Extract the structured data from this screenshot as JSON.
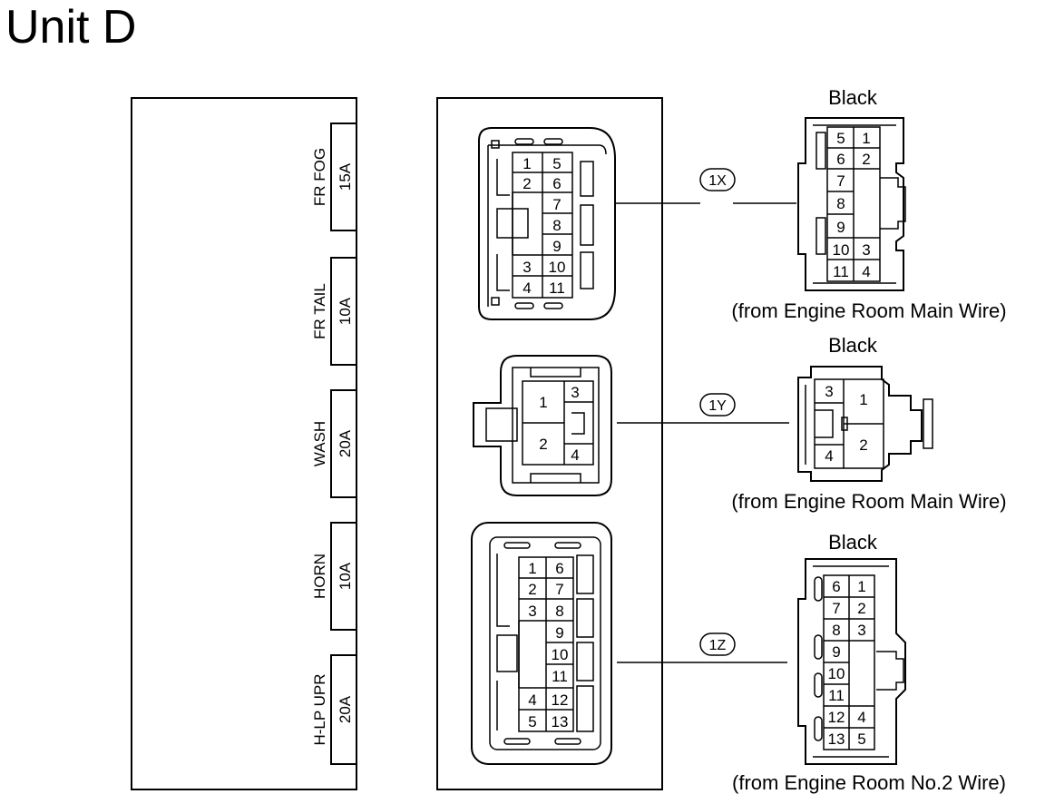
{
  "title": "Unit D",
  "fuses": [
    {
      "name": "FR FOG",
      "amp": "15A"
    },
    {
      "name": "FR TAIL",
      "amp": "10A"
    },
    {
      "name": "WASH",
      "amp": "20A"
    },
    {
      "name": "HORN",
      "amp": "10A"
    },
    {
      "name": "H-LP UPR",
      "amp": "20A"
    }
  ],
  "connectors": [
    {
      "code": "1X",
      "color": "Black",
      "source": "(from Engine Room Main Wire)",
      "female_pins": [
        "1",
        "2",
        "3",
        "4",
        "5",
        "6",
        "7",
        "8",
        "9",
        "10",
        "11"
      ],
      "male_pins": [
        "1",
        "2",
        "3",
        "4",
        "5",
        "6",
        "7",
        "8",
        "9",
        "10",
        "11"
      ]
    },
    {
      "code": "1Y",
      "color": "Black",
      "source": "(from Engine Room Main Wire)",
      "female_pins": [
        "1",
        "2",
        "3",
        "4"
      ],
      "male_pins": [
        "1",
        "2",
        "3",
        "4"
      ]
    },
    {
      "code": "1Z",
      "color": "Black",
      "source": "(from Engine Room No.2 Wire)",
      "female_pins": [
        "1",
        "2",
        "3",
        "4",
        "5",
        "6",
        "7",
        "8",
        "9",
        "10",
        "11",
        "12",
        "13"
      ],
      "male_pins": [
        "1",
        "2",
        "3",
        "4",
        "5",
        "6",
        "7",
        "8",
        "9",
        "10",
        "11",
        "12",
        "13"
      ]
    }
  ]
}
